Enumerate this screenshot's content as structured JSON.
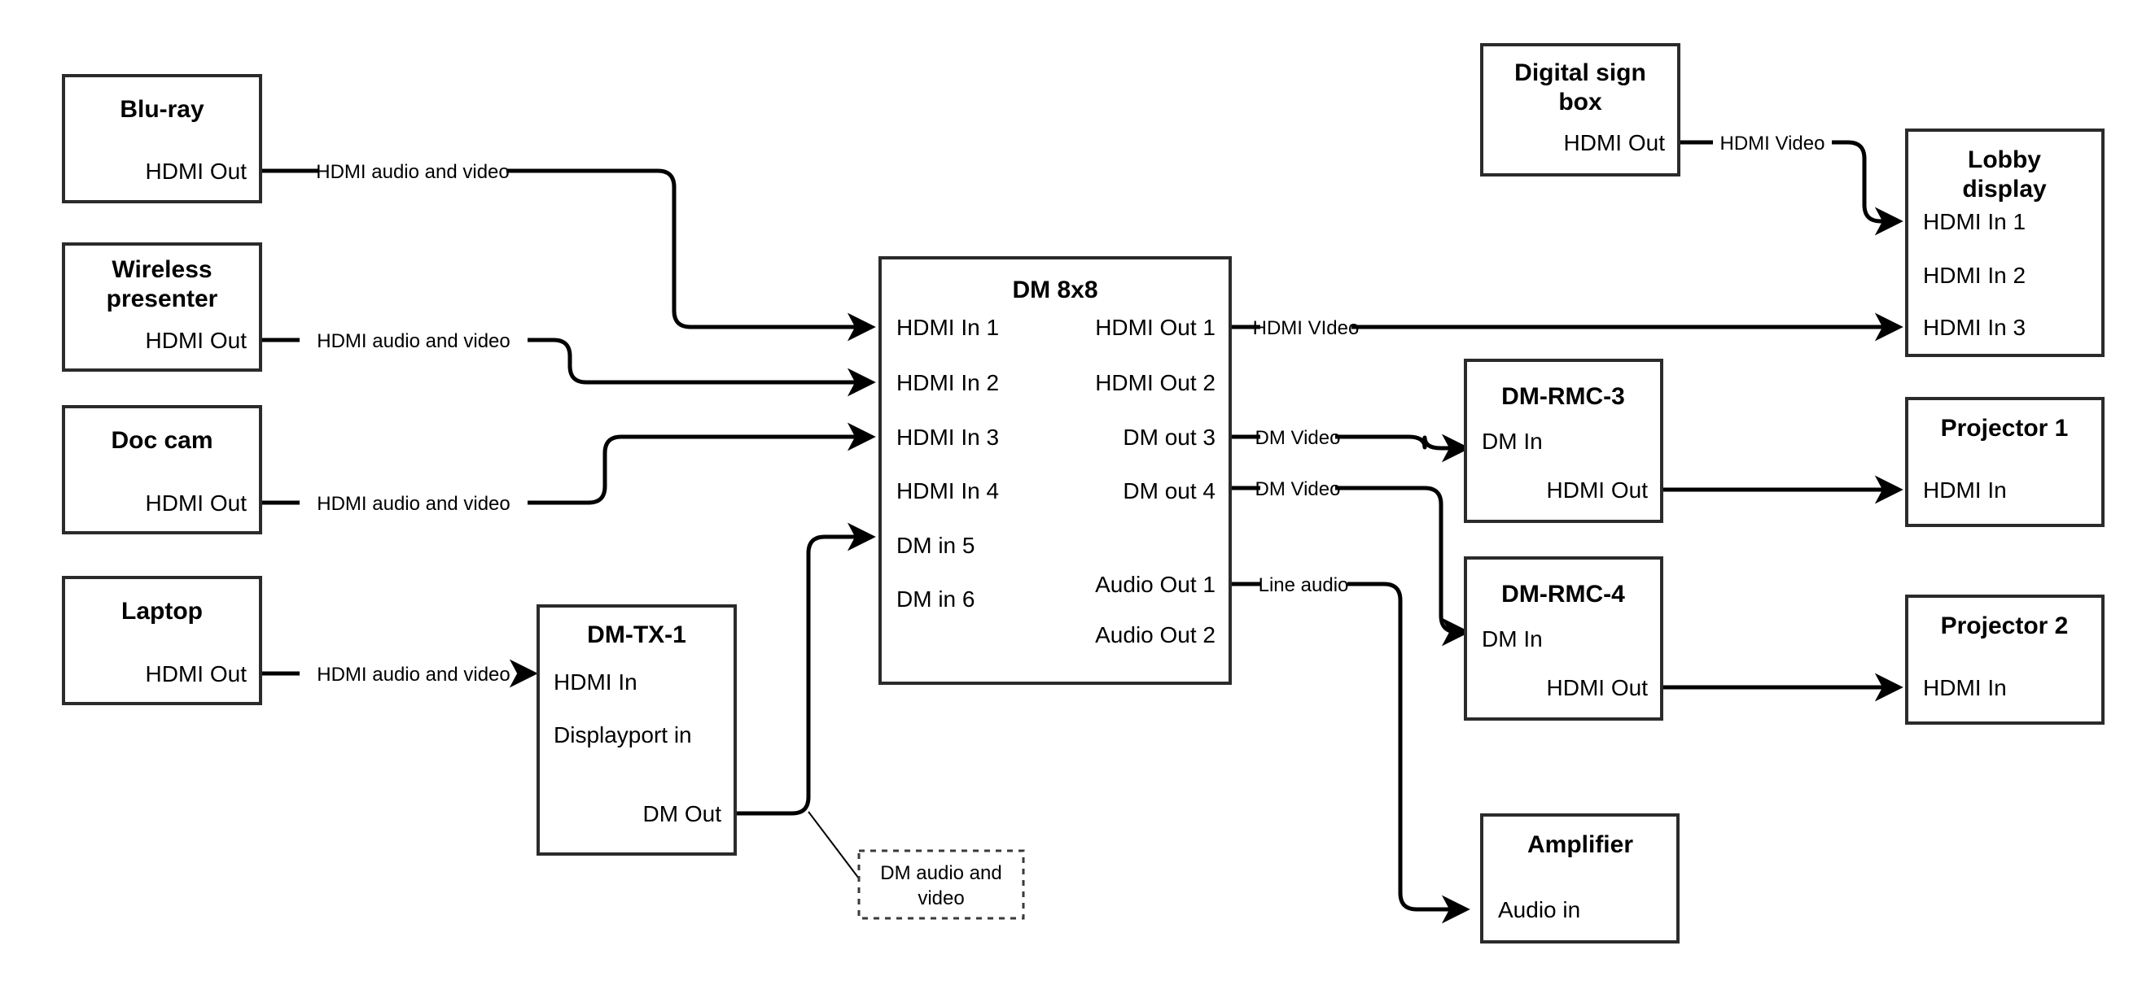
{
  "diagram": {
    "title": "AV signal flow",
    "background_color": "#ffffff",
    "line_color": "#000000",
    "box_stroke_color": "#2b2b2b"
  },
  "devices": {
    "bluray": {
      "title": "Blu-ray",
      "ports": {
        "hdmi_out": "HDMI Out"
      }
    },
    "wireless_presenter": {
      "title_line1": "Wireless",
      "title_line2": "presenter",
      "ports": {
        "hdmi_out": "HDMI Out"
      }
    },
    "doc_cam": {
      "title": "Doc cam",
      "ports": {
        "hdmi_out": "HDMI Out"
      }
    },
    "laptop": {
      "title": "Laptop",
      "ports": {
        "hdmi_out": "HDMI Out"
      }
    },
    "dm_tx_1": {
      "title": "DM-TX-1",
      "ports": {
        "hdmi_in": "HDMI In",
        "displayport_in": "Displayport in",
        "dm_out": "DM Out"
      }
    },
    "dm_8x8": {
      "title": "DM 8x8",
      "inputs": [
        "HDMI In 1",
        "HDMI In 2",
        "HDMI In 3",
        "HDMI In 4",
        "DM in 5",
        "DM in 6"
      ],
      "outputs": [
        "HDMI Out 1",
        "HDMI Out 2",
        "DM out 3",
        "DM out 4",
        "Audio Out 1",
        "Audio Out 2"
      ]
    },
    "digital_sign_box": {
      "title_line1": "Digital sign",
      "title_line2": "box",
      "ports": {
        "hdmi_out": "HDMI Out"
      }
    },
    "lobby_display": {
      "title_line1": "Lobby",
      "title_line2": "display",
      "inputs": [
        "HDMI In 1",
        "HDMI In 2",
        "HDMI In 3"
      ]
    },
    "dm_rmc_3": {
      "title": "DM-RMC-3",
      "ports": {
        "dm_in": "DM In",
        "hdmi_out": "HDMI Out"
      }
    },
    "dm_rmc_4": {
      "title": "DM-RMC-4",
      "ports": {
        "dm_in": "DM In",
        "hdmi_out": "HDMI Out"
      }
    },
    "projector_1": {
      "title": "Projector 1",
      "ports": {
        "hdmi_in": "HDMI In"
      }
    },
    "projector_2": {
      "title": "Projector 2",
      "ports": {
        "hdmi_in": "HDMI In"
      }
    },
    "amplifier": {
      "title": "Amplifier",
      "ports": {
        "audio_in": "Audio in"
      }
    }
  },
  "edge_labels": {
    "bluray_to_dm": "HDMI audio and video",
    "wireless_to_dm": "HDMI audio and video",
    "doccam_to_dm": "HDMI audio and video",
    "laptop_to_tx": "HDMI audio and video",
    "sign_to_lobby": "HDMI Video",
    "hdmiout1_to_lobby": "HDMI VIdeo",
    "dmout3_to_rmc3": "DM Video",
    "dmout4_to_rmc4": "DM Video",
    "audioout1_to_amp": "Line audio"
  },
  "callout": {
    "line1": "DM audio and",
    "line2": "video"
  }
}
